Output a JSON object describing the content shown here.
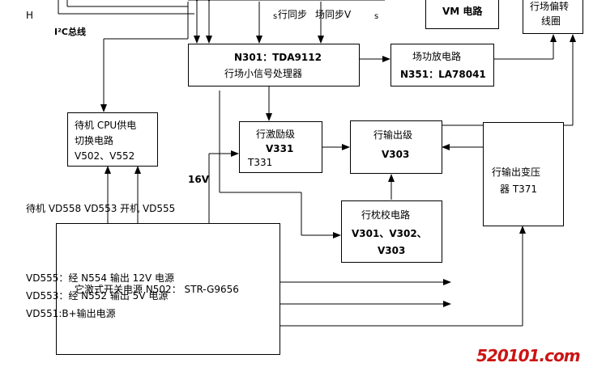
{
  "labels": {
    "h": "H",
    "i2c_bus": "I²C总线",
    "line_sync": "行同步",
    "field_sync": "场同步V",
    "s1": "s",
    "s2": "s",
    "v16": "16V",
    "standby_row": "待机 VD558 VD553 开机 VD555"
  },
  "boxes": {
    "vm": {
      "text": "VM 电路"
    },
    "yoke": {
      "line1": "行场偏转",
      "line2": "线圈"
    },
    "n301": {
      "line1": "N301：TDA9112",
      "line2": "行场小信号处理器"
    },
    "field_amp": {
      "line1": "场功放电路",
      "line2": "N351：LA78041"
    },
    "standby_cpu": {
      "line1": "待机 CPU供电",
      "line2": "切换电路",
      "line3": "V502、V552"
    },
    "line_driver": {
      "line1": "行激励级",
      "line2": "V331",
      "line3": "T331"
    },
    "line_output": {
      "line1": "行输出级",
      "line2": "V303"
    },
    "flyback": {
      "line1": "行输出变压",
      "line2": "器 T371"
    },
    "pincushion": {
      "line1": "行枕校电路",
      "line2": "V301、V302、",
      "line3": "V303"
    },
    "psu": {
      "title": "它激式开关电源 N502： STR-G9656",
      "line1": "VD555：经 N554 输出 12V 电源",
      "line2": "VD553：经 N552 输出 5V 电源",
      "line3": "VD551:B+输出电源"
    }
  },
  "watermark": "520101.com"
}
